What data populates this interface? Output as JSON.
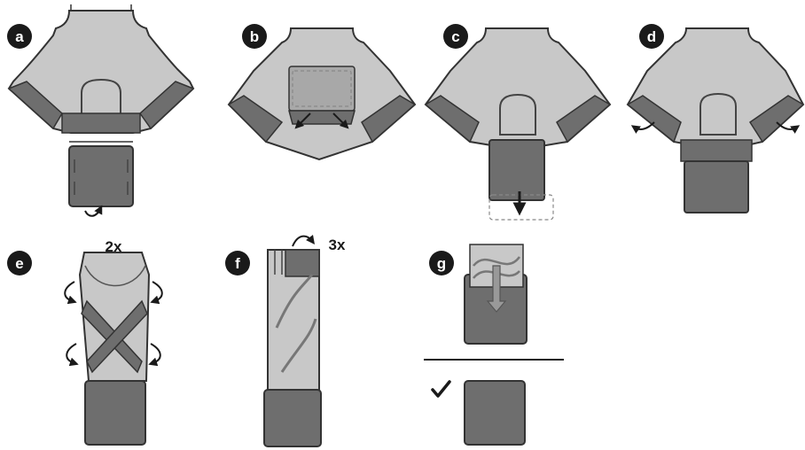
{
  "steps": [
    {
      "id": "a",
      "label": "a"
    },
    {
      "id": "b",
      "label": "b"
    },
    {
      "id": "c",
      "label": "c"
    },
    {
      "id": "d",
      "label": "d"
    },
    {
      "id": "e",
      "label": "e"
    },
    {
      "id": "f",
      "label": "f"
    },
    {
      "id": "g",
      "label": "g"
    }
  ],
  "repeat_marks": {
    "step_e": "2x",
    "step_f": "3x"
  },
  "colors": {
    "light_fabric": "#c8c8c8",
    "dark_fabric": "#6e6e6e",
    "outline": "#333333",
    "badge": "#1a1a1a",
    "page_bg": "#ffffff"
  },
  "icons": [
    "arrow-curved-icon",
    "arrow-down-icon",
    "checkmark-icon"
  ]
}
